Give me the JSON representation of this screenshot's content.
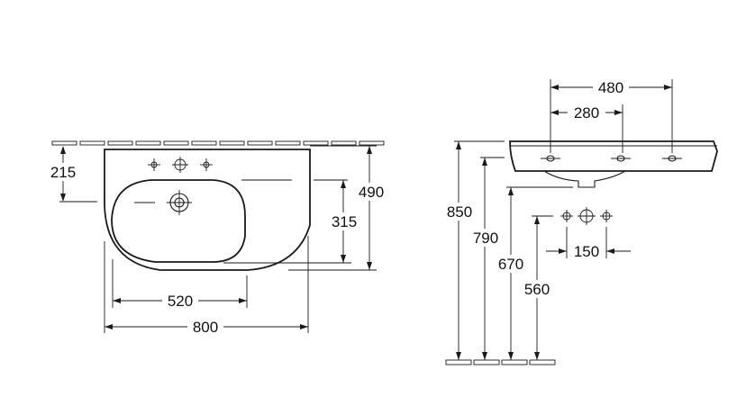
{
  "front_view": {
    "dims": {
      "width_total": "800",
      "bowl_width": "520",
      "tap_height": "215",
      "depth_total": "490",
      "bowl_depth": "315"
    }
  },
  "side_view": {
    "dims": {
      "tap_spacing_outer": "480",
      "tap_spacing_inner": "280",
      "height_rim": "850",
      "height_bowl": "790",
      "height_waste": "670",
      "height_supply": "560",
      "supply_spacing": "150"
    }
  }
}
